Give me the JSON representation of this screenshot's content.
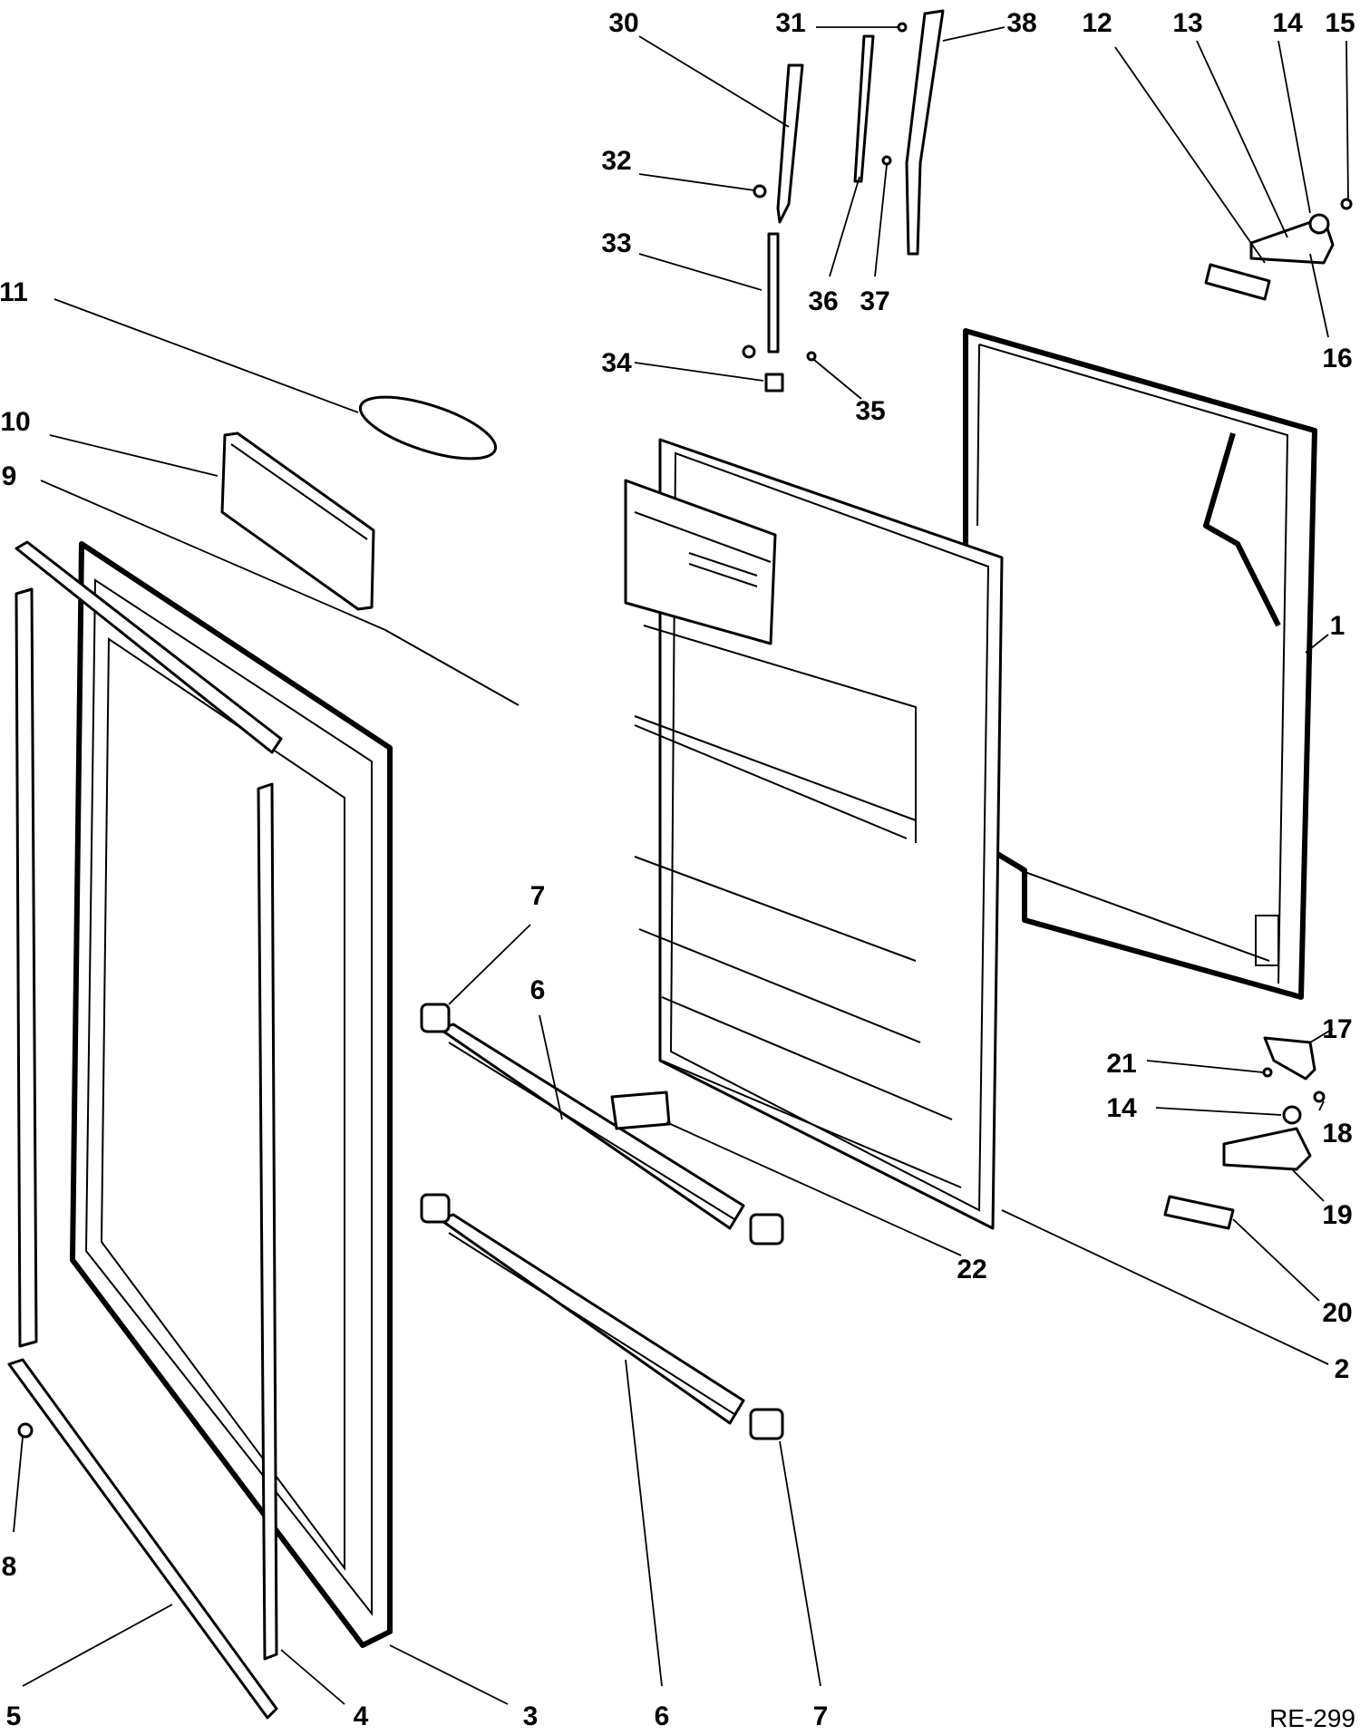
{
  "diagram_code": "RE-299",
  "callouts": [
    {
      "id": "c1",
      "label": "1"
    },
    {
      "id": "c2",
      "label": "2"
    },
    {
      "id": "c3",
      "label": "3"
    },
    {
      "id": "c4",
      "label": "4"
    },
    {
      "id": "c5",
      "label": "5"
    },
    {
      "id": "c6a",
      "label": "6"
    },
    {
      "id": "c6b",
      "label": "6"
    },
    {
      "id": "c7a",
      "label": "7"
    },
    {
      "id": "c7b",
      "label": "7"
    },
    {
      "id": "c8",
      "label": "8"
    },
    {
      "id": "c9",
      "label": "9"
    },
    {
      "id": "c10",
      "label": "10"
    },
    {
      "id": "c11",
      "label": "11"
    },
    {
      "id": "c12",
      "label": "12"
    },
    {
      "id": "c13",
      "label": "13"
    },
    {
      "id": "c14a",
      "label": "14"
    },
    {
      "id": "c14b",
      "label": "14"
    },
    {
      "id": "c15",
      "label": "15"
    },
    {
      "id": "c16",
      "label": "16"
    },
    {
      "id": "c17",
      "label": "17"
    },
    {
      "id": "c18",
      "label": "18"
    },
    {
      "id": "c19",
      "label": "19"
    },
    {
      "id": "c20",
      "label": "20"
    },
    {
      "id": "c21",
      "label": "21"
    },
    {
      "id": "c22",
      "label": "22"
    },
    {
      "id": "c30",
      "label": "30"
    },
    {
      "id": "c31",
      "label": "31"
    },
    {
      "id": "c32",
      "label": "32"
    },
    {
      "id": "c33",
      "label": "33"
    },
    {
      "id": "c34",
      "label": "34"
    },
    {
      "id": "c35",
      "label": "35"
    },
    {
      "id": "c36",
      "label": "36"
    },
    {
      "id": "c37",
      "label": "37"
    },
    {
      "id": "c38",
      "label": "38"
    }
  ]
}
